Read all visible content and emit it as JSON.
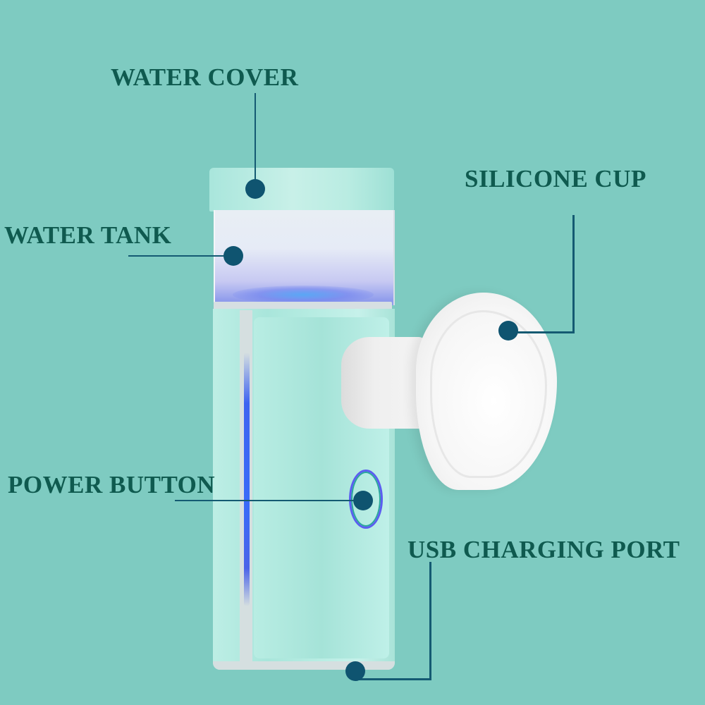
{
  "diagram": {
    "subject": "Portable nano mist sprayer with silicone cup",
    "background_color": "#7ecbc1",
    "label_color": "#0f5a4f",
    "leader_color": "#145a72",
    "labels": {
      "water_cover": "WATER COVER",
      "water_tank": "WATER TANK",
      "silicone_cup": "SILICONE CUP",
      "power_button": "POWER BUTTON",
      "usb_charging_port": "USB CHARGING PORT"
    }
  }
}
